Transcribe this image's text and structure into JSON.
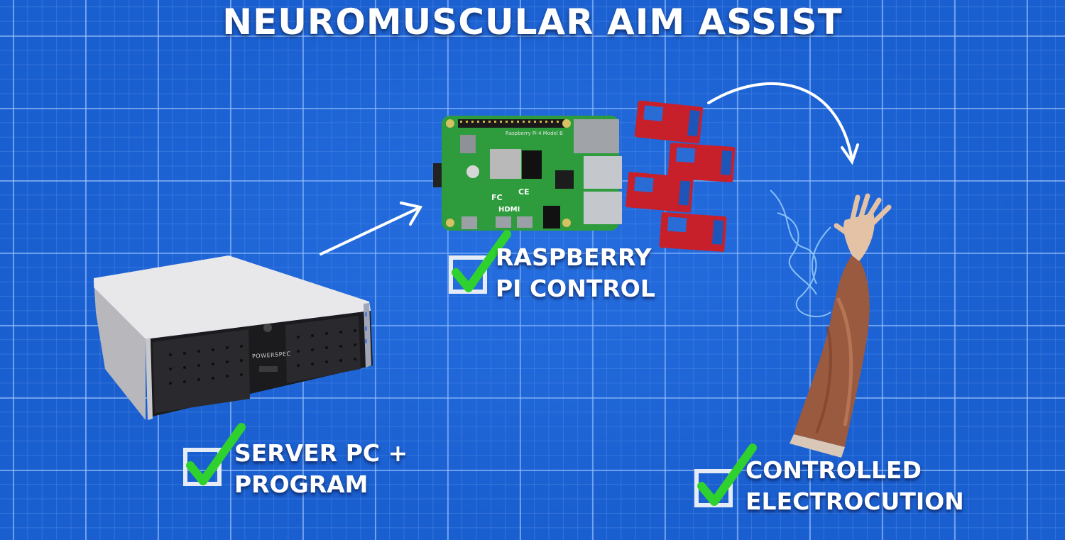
{
  "title": "NEUROMUSCULAR AIM ASSIST",
  "server": {
    "label_line1": "SERVER PC +",
    "label_line2": "PROGRAM",
    "brand": "POWERSPEC"
  },
  "pi": {
    "label_line1": "RASPBERRY",
    "label_line2": "PI CONTROL",
    "board_marks": [
      "Raspberry Pi 4 Model B",
      "HDMI",
      "FC",
      "CE"
    ]
  },
  "arm": {
    "label_line1": "CONTROLLED",
    "label_line2": "ELECTROCUTION"
  },
  "colors": {
    "background": "#1a5fd0",
    "check": "#2ed12e",
    "text": "#ffffff",
    "relay": "#c8202a",
    "board": "#2e9b3c"
  }
}
